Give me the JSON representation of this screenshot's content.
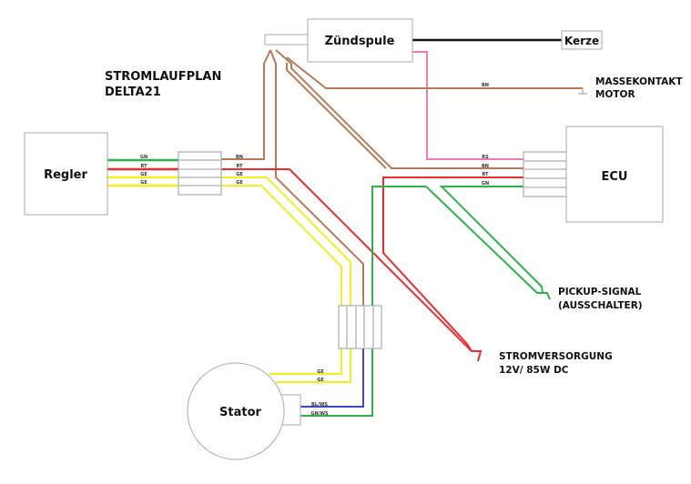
{
  "title": {
    "line1": "STROMLAUFPLAN",
    "line2": "DELTA21"
  },
  "colors": {
    "GN": "#2db34a",
    "RT": "#ee2a2a",
    "GE": "#f3ef1c",
    "BN": "#b97b57",
    "RS": "#f07ab8",
    "BL": "#3b46c8",
    "black": "#111111",
    "box_border": "#aaaaaa"
  },
  "components": {
    "regler": "Regler",
    "zuendspule": "Zündspule",
    "kerze": "Kerze",
    "ecu": "ECU",
    "stator": "Stator"
  },
  "notes": {
    "massekontakt_line1": "MASSEKONTAKT",
    "massekontakt_line2": "MOTOR",
    "pickup_line1": "PICKUP-SIGNAL",
    "pickup_line2": "(AUSSCHALTER)",
    "strom_line1": "STROMVERSORGUNG",
    "strom_line2": "12V/ 85W DC"
  },
  "wire_labels": {
    "regler_left": [
      "GN",
      "RT",
      "GE",
      "GE"
    ],
    "regler_right": [
      "BN",
      "RT",
      "GE",
      "GE"
    ],
    "ecu": [
      "RS",
      "BN",
      "RT",
      "GN"
    ],
    "masse": "BN",
    "stator_ge": [
      "GE",
      "GE"
    ],
    "stator_bl_ws": "BL/WS",
    "stator_gn_ws": "GN/WS"
  }
}
